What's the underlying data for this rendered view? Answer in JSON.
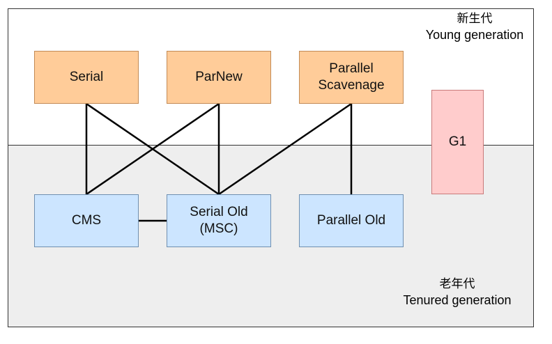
{
  "regions": {
    "young": {
      "label_cn": "新生代",
      "label_en": "Young generation"
    },
    "old": {
      "label_cn": "老年代",
      "label_en": "Tenured generation"
    }
  },
  "collectors": {
    "serial": {
      "label": "Serial"
    },
    "parnew": {
      "label": "ParNew"
    },
    "parallel": {
      "label": "Parallel\nScavenage"
    },
    "cms": {
      "label": "CMS"
    },
    "serialold": {
      "label": "Serial Old\n(MSC)"
    },
    "parold": {
      "label": "Parallel Old"
    },
    "g1": {
      "label": "G1"
    }
  },
  "links": [
    [
      "serial",
      "cms"
    ],
    [
      "serial",
      "serialold"
    ],
    [
      "parnew",
      "cms"
    ],
    [
      "parnew",
      "serialold"
    ],
    [
      "parallel",
      "serialold"
    ],
    [
      "parallel",
      "parold"
    ],
    [
      "cms",
      "serialold"
    ]
  ],
  "colors": {
    "young_node_fill": "#ffcc99",
    "old_node_fill": "#cce5ff",
    "g1_fill": "#ffcccc",
    "old_region_fill": "#eeeeee",
    "line": "#000000"
  }
}
